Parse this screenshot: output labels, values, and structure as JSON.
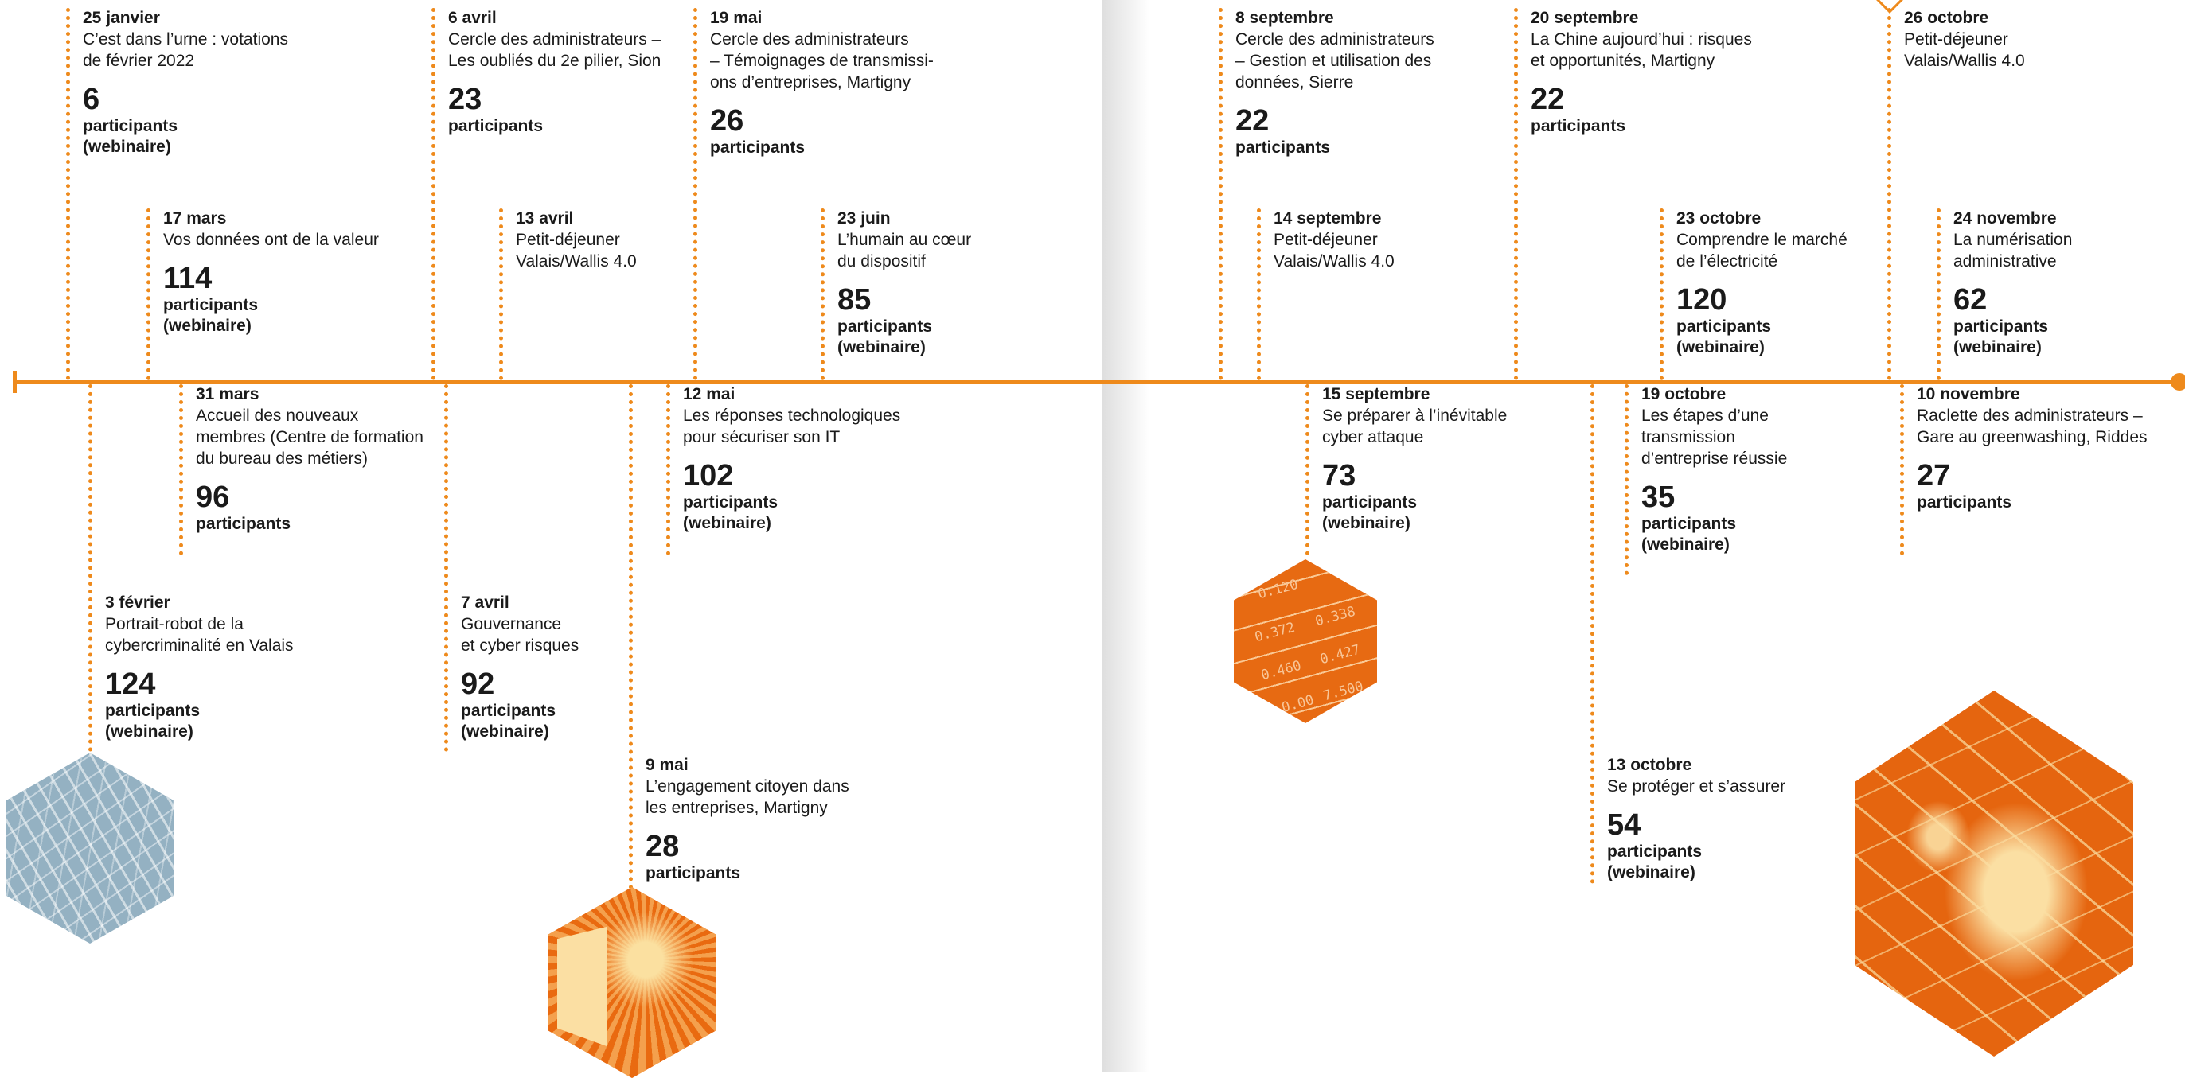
{
  "events": [
    {
      "date": "25 janvier",
      "title": "C’est dans l’urne : votations\nde février 2022",
      "count": "6",
      "unit": "participants\n(webinaire)"
    },
    {
      "date": "17 mars",
      "title": "Vos données ont de la valeur",
      "count": "114",
      "unit": "participants\n(webinaire)"
    },
    {
      "date": "6 avril",
      "title": "Cercle des administrateurs –\nLes oubliés du 2e pilier, Sion",
      "count": "23",
      "unit": "participants"
    },
    {
      "date": "13 avril",
      "title": "Petit-déjeuner\nValais/Wallis 4.0",
      "count": "",
      "unit": ""
    },
    {
      "date": "19 mai",
      "title": "Cercle des administrateurs\n– Témoignages de transmissi-\nons d’entreprises, Martigny",
      "count": "26",
      "unit": "participants"
    },
    {
      "date": "23 juin",
      "title": "L’humain au cœur\ndu dispositif",
      "count": "85",
      "unit": "participants\n(webinaire)"
    },
    {
      "date": "31 mars",
      "title": "Accueil des nouveaux\nmembres (Centre de formation\ndu bureau des métiers)",
      "count": "96",
      "unit": "participants"
    },
    {
      "date": "3 février",
      "title": "Portrait-robot de la\ncybercriminalité en Valais",
      "count": "124",
      "unit": "participants\n(webinaire)"
    },
    {
      "date": "7 avril",
      "title": "Gouvernance\net cyber risques",
      "count": "92",
      "unit": "participants\n(webinaire)"
    },
    {
      "date": "12 mai",
      "title": "Les réponses technologiques\npour sécuriser son IT",
      "count": "102",
      "unit": "participants\n(webinaire)"
    },
    {
      "date": "9 mai",
      "title": "L’engagement citoyen dans\nles entreprises, Martigny",
      "count": "28",
      "unit": "participants"
    },
    {
      "date": "8 septembre",
      "title": "Cercle des administrateurs\n– Gestion et utilisation des\ndonnées, Sierre",
      "count": "22",
      "unit": "participants"
    },
    {
      "date": "14 septembre",
      "title": "Petit-déjeuner\nValais/Wallis 4.0",
      "count": "",
      "unit": ""
    },
    {
      "date": "20 septembre",
      "title": "La Chine aujourd’hui : risques\net opportunités, Martigny",
      "count": "22",
      "unit": "participants"
    },
    {
      "date": "23 octobre",
      "title": "Comprendre le marché\nde l’électricité",
      "count": "120",
      "unit": "participants\n(webinaire)"
    },
    {
      "date": "26 octobre",
      "title": "Petit-déjeuner\nValais/Wallis 4.0",
      "count": "",
      "unit": ""
    },
    {
      "date": "24 novembre",
      "title": "La numérisation\nadministrative",
      "count": "62",
      "unit": "participants\n(webinaire)"
    },
    {
      "date": "15 septembre",
      "title": "Se préparer à l’inévitable\ncyber attaque",
      "count": "73",
      "unit": "participants\n(webinaire)"
    },
    {
      "date": "19 octobre",
      "title": "Les étapes d’une\ntransmission\nd’entreprise réussie",
      "count": "35",
      "unit": "participants\n(webinaire)"
    },
    {
      "date": "10 novembre",
      "title": "Raclette des administrateurs –\nGare au greenwashing, Riddes",
      "count": "27",
      "unit": "participants"
    },
    {
      "date": "13 octobre",
      "title": "Se protéger et s’assurer",
      "count": "54",
      "unit": "participants\n(webinaire)"
    }
  ],
  "hex_numbers": [
    "0.120",
    "0.372",
    "0.338",
    "0.460",
    "0.427",
    "0.00",
    "7.500"
  ],
  "colors": {
    "accent": "#ee8a1c",
    "orange": "#e5650f",
    "blue": "#94b1c2",
    "cream": "#fbdfa3"
  }
}
